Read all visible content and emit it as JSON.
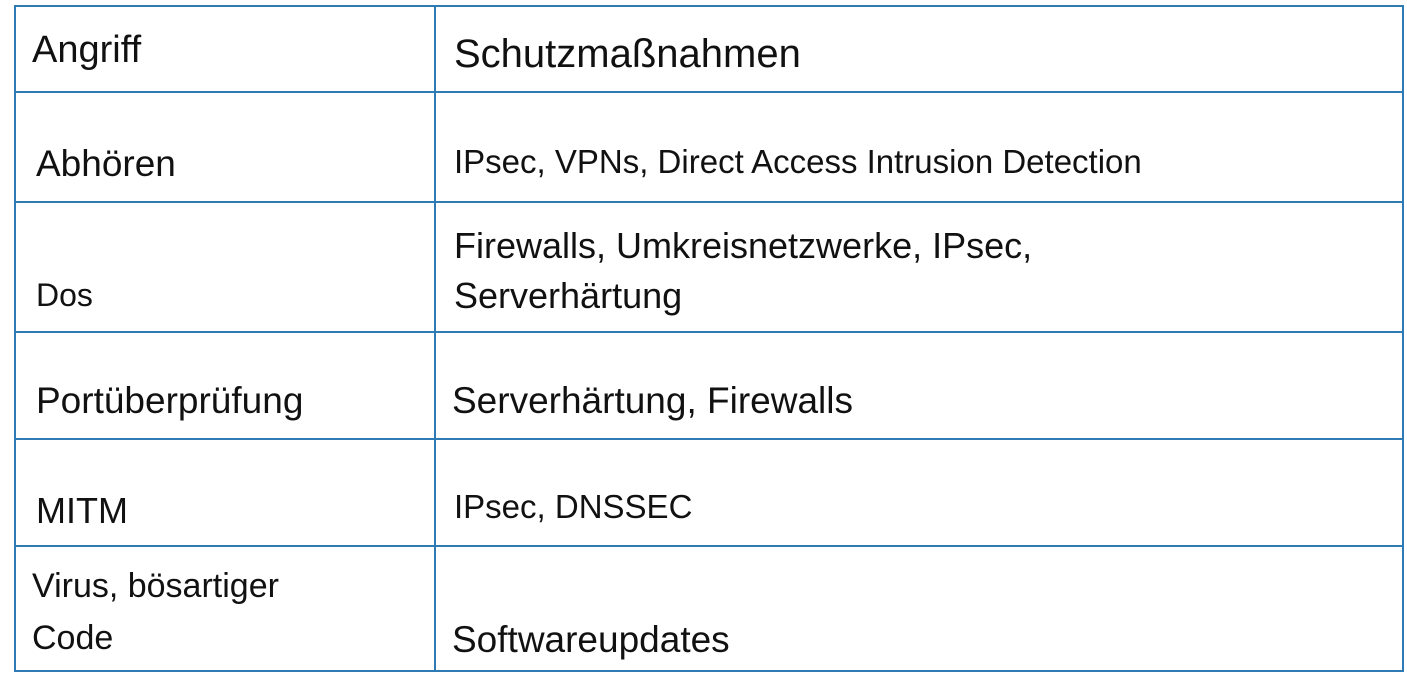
{
  "table": {
    "headers": [
      "Angriff",
      "Schutzmaßnahmen"
    ],
    "rows": [
      {
        "attack": "Abhören",
        "protection": "IPsec, VPNs, Direct Access Intrusion Detection"
      },
      {
        "attack": "Dos",
        "protection": "Firewalls, Umkreisnetzwerke, IPsec,",
        "protection_line2": "Serverhärtung"
      },
      {
        "attack": "Portüberprüfung",
        "protection": "Serverhärtung, Firewalls"
      },
      {
        "attack": "MITM",
        "protection": "IPsec, DNSSEC"
      },
      {
        "attack": "Virus, bösartiger",
        "attack_line2": "Code",
        "protection": "Softwareupdates"
      }
    ]
  },
  "colors": {
    "border": "#2e7ab5",
    "text": "#111111",
    "background": "#ffffff"
  }
}
